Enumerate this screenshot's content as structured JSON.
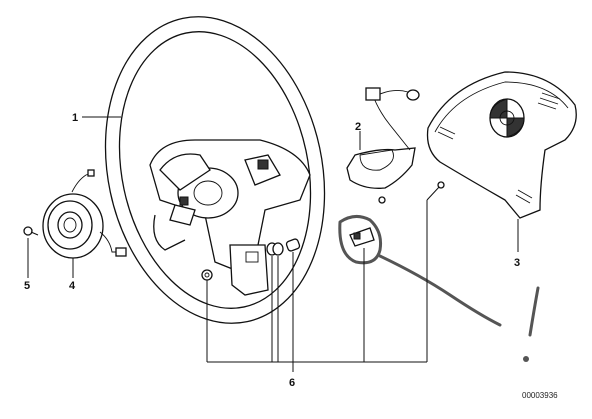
{
  "callouts": {
    "part1": "1",
    "part2": "2",
    "part3": "3",
    "part4": "4",
    "part5": "5",
    "part6": "6"
  },
  "drawing_code": "00003936",
  "annotation": {
    "mark": "!"
  },
  "colors": {
    "line": "#111111",
    "background": "#ffffff",
    "handwriting": "#555555"
  }
}
